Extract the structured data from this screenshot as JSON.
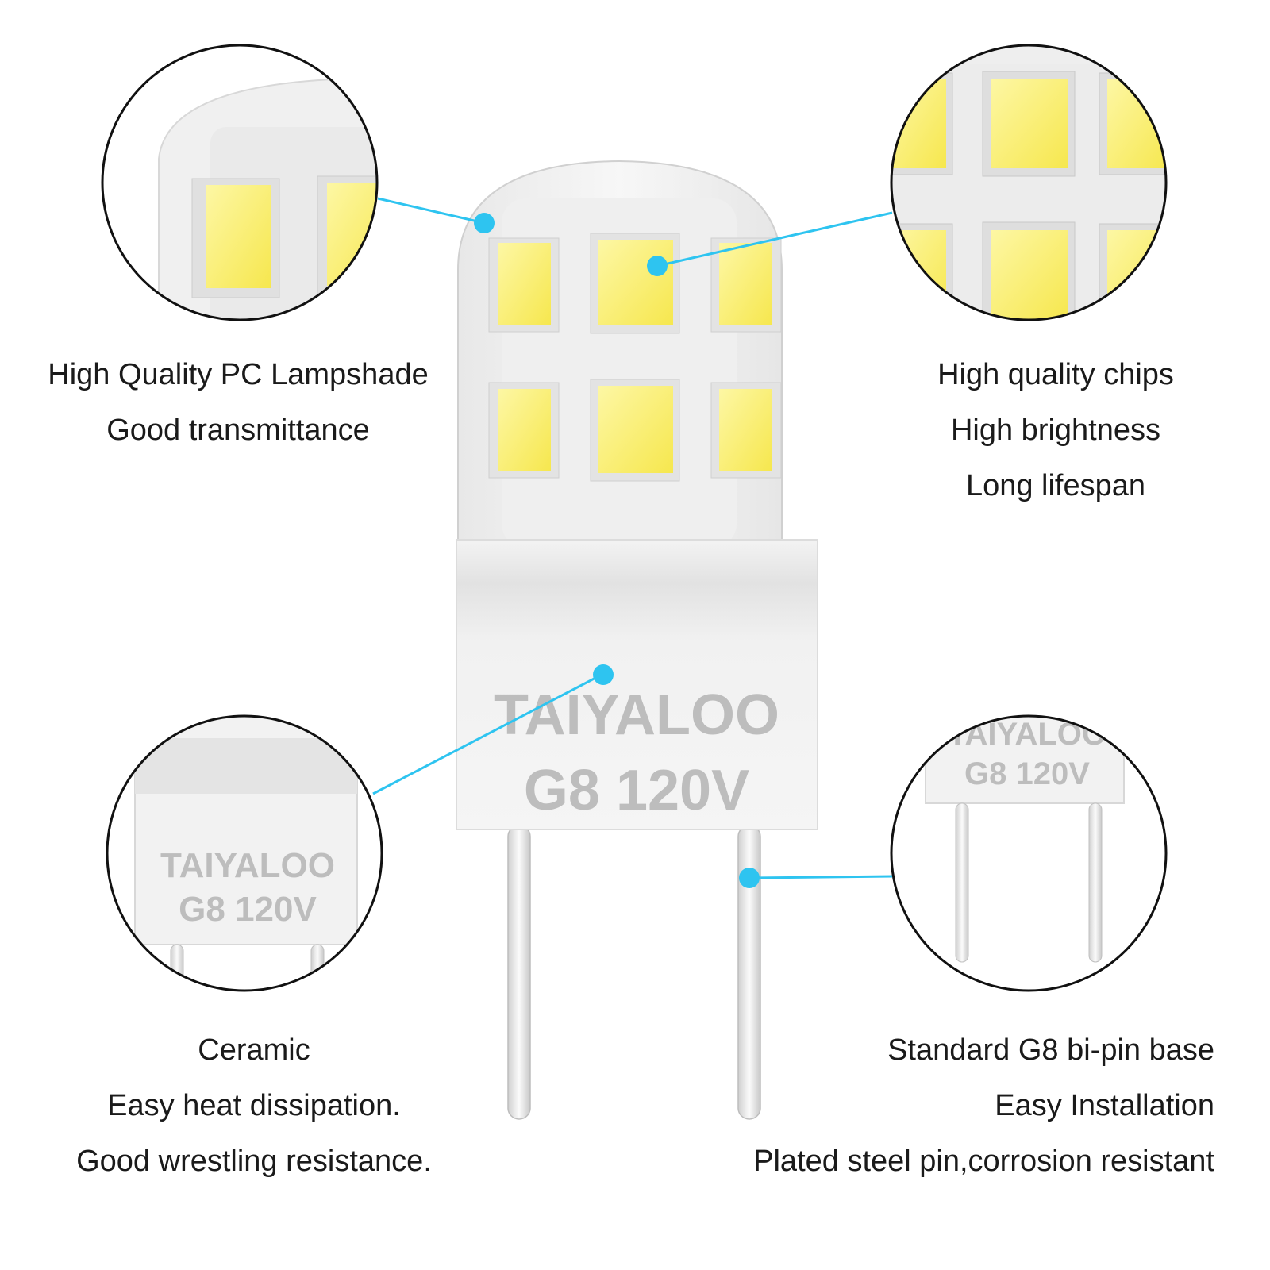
{
  "bulb_marking": {
    "brand": "TAIYALOO",
    "model": "G8 120V"
  },
  "callouts": {
    "lampshade": {
      "lines": [
        "High Quality PC Lampshade",
        "Good transmittance"
      ]
    },
    "chips": {
      "lines": [
        "High quality chips",
        "High brightness",
        "Long lifespan"
      ]
    },
    "ceramic": {
      "lines": [
        "Ceramic",
        "Easy heat dissipation.",
        "Good wrestling resistance."
      ]
    },
    "base": {
      "lines": [
        "Standard G8 bi-pin base",
        "Easy Installation",
        "Plated steel pin,corrosion resistant"
      ]
    }
  },
  "colors": {
    "accent": "#2ec4f0",
    "chip": "#f9ee6a",
    "marking": "#bdbdbd"
  }
}
